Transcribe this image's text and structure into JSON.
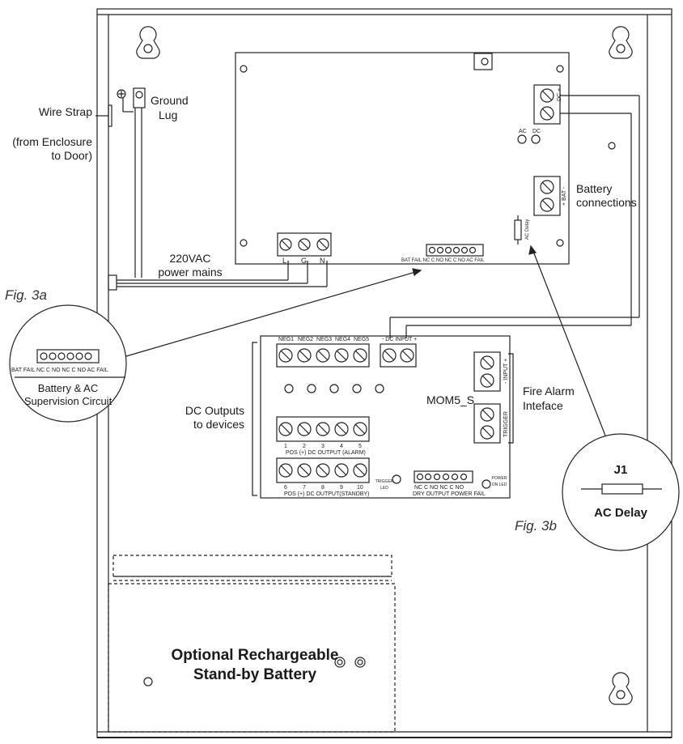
{
  "labels": {
    "wire_strap": "Wire Strap",
    "from_enclosure": "(from Enclosure",
    "to_door": "to Door)",
    "ground_lug_1": "Ground",
    "ground_lug_2": "Lug",
    "power_mains_1": "220VAC",
    "power_mains_2": "power mains",
    "fig_3a": "Fig. 3a",
    "fig_3b": "Fig. 3b",
    "battery_conn_1": "Battery",
    "battery_conn_2": "connections",
    "dc_outputs_1": "DC Outputs",
    "dc_outputs_2": "to devices",
    "fire_alarm_1": "Fire Alarm",
    "fire_alarm_2": "Inteface",
    "mom5s": "MOM5_S",
    "battery_ac_1": "Battery & AC",
    "battery_ac_2": "Supervision Circuit",
    "j1": "J1",
    "ac_delay": "AC Delay",
    "optional_battery_1": "Optional Rechargeable",
    "optional_battery_2": "Stand-by Battery"
  },
  "board": {
    "terminal_LGN": [
      "L",
      "G",
      "N"
    ],
    "supervision_strip": "BAT FAIL  NC  C  NO  NC  C  NO  AC FAIL",
    "ac_led": "AC",
    "dc_led": "DC",
    "dc_terminal": "DC +",
    "bat_terminal": "+ BAT -",
    "ac_delay_small": "AC Delay"
  },
  "inset_3a": {
    "strip": "BAT FAIL  NC  C  NO  NC  C  NO  AC FAIL"
  },
  "mom5s": {
    "neg_labels": [
      "NEG1",
      "NEG2",
      "NEG3",
      "NEG4",
      "NEG5"
    ],
    "dc_input": "- DC INPUT +",
    "alarm_nums": [
      "1",
      "2",
      "3",
      "4",
      "5"
    ],
    "alarm_caption": "POS (+) DC OUTPUT (ALARM)",
    "standby_nums": [
      "6",
      "7",
      "8",
      "9",
      "10"
    ],
    "standby_caption": "POS (+) DC OUTPUT(STANDBY)",
    "trigger_led": "TRIGGER LED",
    "power_on_led": "POWER ON LED",
    "dry_output": "NC  C  NO  NC  C  NO",
    "dry_caption": "DRY OUTPUT  POWER FAIL",
    "input_side": "- INPUT +",
    "trigger_side": "TRIGGER"
  }
}
